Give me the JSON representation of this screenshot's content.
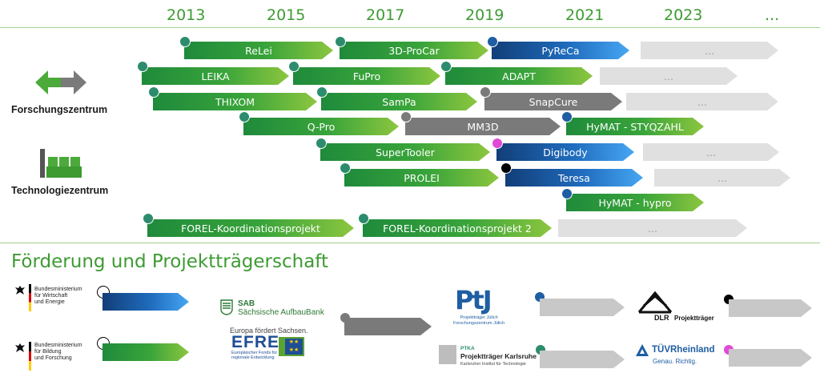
{
  "years": [
    "2013",
    "2015",
    "2017",
    "2019",
    "2021",
    "2023",
    "..."
  ],
  "labels": {
    "forschung": "Forschungszentrum",
    "technologie": "Technologiezentrum"
  },
  "projects": {
    "relei": "ReLei",
    "proCar": "3D-ProCar",
    "pyreca": "PyReCa",
    "e1": "...",
    "leika": "LEIKA",
    "fupro": "FuPro",
    "adapt": "ADAPT",
    "e2": "...",
    "thixom": "THIXOM",
    "sampa": "SamPa",
    "snapcure": "SnapCure",
    "e3": "...",
    "qpro": "Q-Pro",
    "mm3d": "MM3D",
    "hymat1": "HyMAT - STYQZAHL",
    "supertooler": "SuperTooler",
    "digibody": "Digibody",
    "e4": "...",
    "prolei": "PROLEI",
    "teresa": "Teresa",
    "e5": "...",
    "hymat2": "HyMAT - hypro",
    "forel1": "FOREL-Koordinationsprojekt",
    "forel2": "FOREL-Koordinationsprojekt 2",
    "e6": "..."
  },
  "funding": {
    "heading": "Förderung und Projektträgerschaft",
    "bmwi": "Bundesministerium\nfür Wirtschaft\nund Energie",
    "bmbf": "Bundesministerium\nfür Bildung\nund Forschung",
    "sab_short": "SAB",
    "sab_long": "Sächsische AufbauBank",
    "efre_tag": "Europa fördert Sachsen.",
    "efre": "EFRE",
    "efre_sub": "Europäischer Fonds für\nregionale Entwicklung",
    "ptj": "PtJ",
    "ptj_sub": "Projektträger Jülich\nForschungszentrum Jülich",
    "ptka_short": "PTKA",
    "ptka": "Projektträger Karlsruhe",
    "ptka_sub": "Karlsruher Institut für Technologie",
    "dlr": "DLR",
    "dlr_sub": "Projektträger",
    "tuv": "TÜVRheinland",
    "tuv_sub": "Genau. Richtig."
  },
  "colors": {
    "green": "#3d9b32",
    "blue": "#1f6bbd",
    "dark": "#7a7a7a",
    "light": "#e0e0e0",
    "magenta": "#e04ad8"
  }
}
